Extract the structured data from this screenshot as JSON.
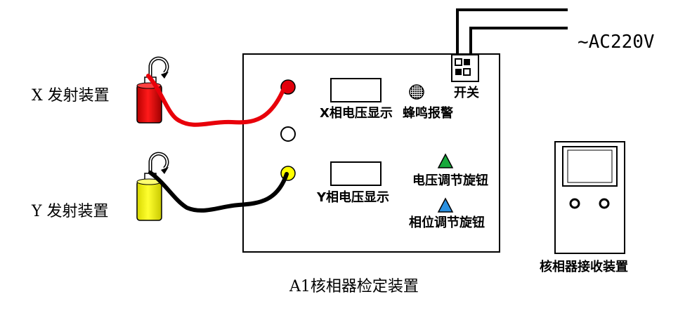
{
  "power": {
    "label": "~AC220V",
    "switch_label": "开关"
  },
  "transmitters": {
    "x_label": "X 发射装置",
    "y_label": "Y 发射装置"
  },
  "panel": {
    "x_display_label": "X相电压显示",
    "y_display_label": "Y相电压显示",
    "buzzer_label": "蜂鸣报警",
    "voltage_knob_label": "电压调节旋钮",
    "phase_knob_label": "相位调节旋钮",
    "caption": "A1核相器检定装置"
  },
  "receiver": {
    "label": "核相器接收装置"
  },
  "colors": {
    "red_cable": "#e8000a",
    "black_cable": "#000000",
    "x_terminal": "#e0000b",
    "y_terminal": "#ffff00",
    "voltage_knob": "#17a83a",
    "phase_knob": "#2a90e0"
  }
}
